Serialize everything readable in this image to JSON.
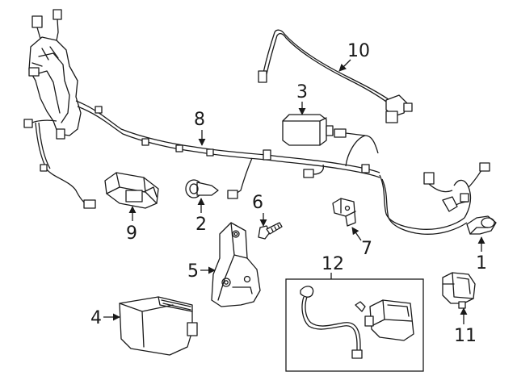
{
  "diagram": {
    "callouts": [
      {
        "id": "1",
        "label": "1"
      },
      {
        "id": "2",
        "label": "2"
      },
      {
        "id": "3",
        "label": "3"
      },
      {
        "id": "4",
        "label": "4"
      },
      {
        "id": "5",
        "label": "5"
      },
      {
        "id": "6",
        "label": "6"
      },
      {
        "id": "7",
        "label": "7"
      },
      {
        "id": "8",
        "label": "8"
      },
      {
        "id": "9",
        "label": "9"
      },
      {
        "id": "10",
        "label": "10"
      },
      {
        "id": "11",
        "label": "11"
      },
      {
        "id": "12",
        "label": "12"
      }
    ],
    "colors": {
      "line": "#1a1a1a",
      "background": "#ffffff"
    }
  }
}
